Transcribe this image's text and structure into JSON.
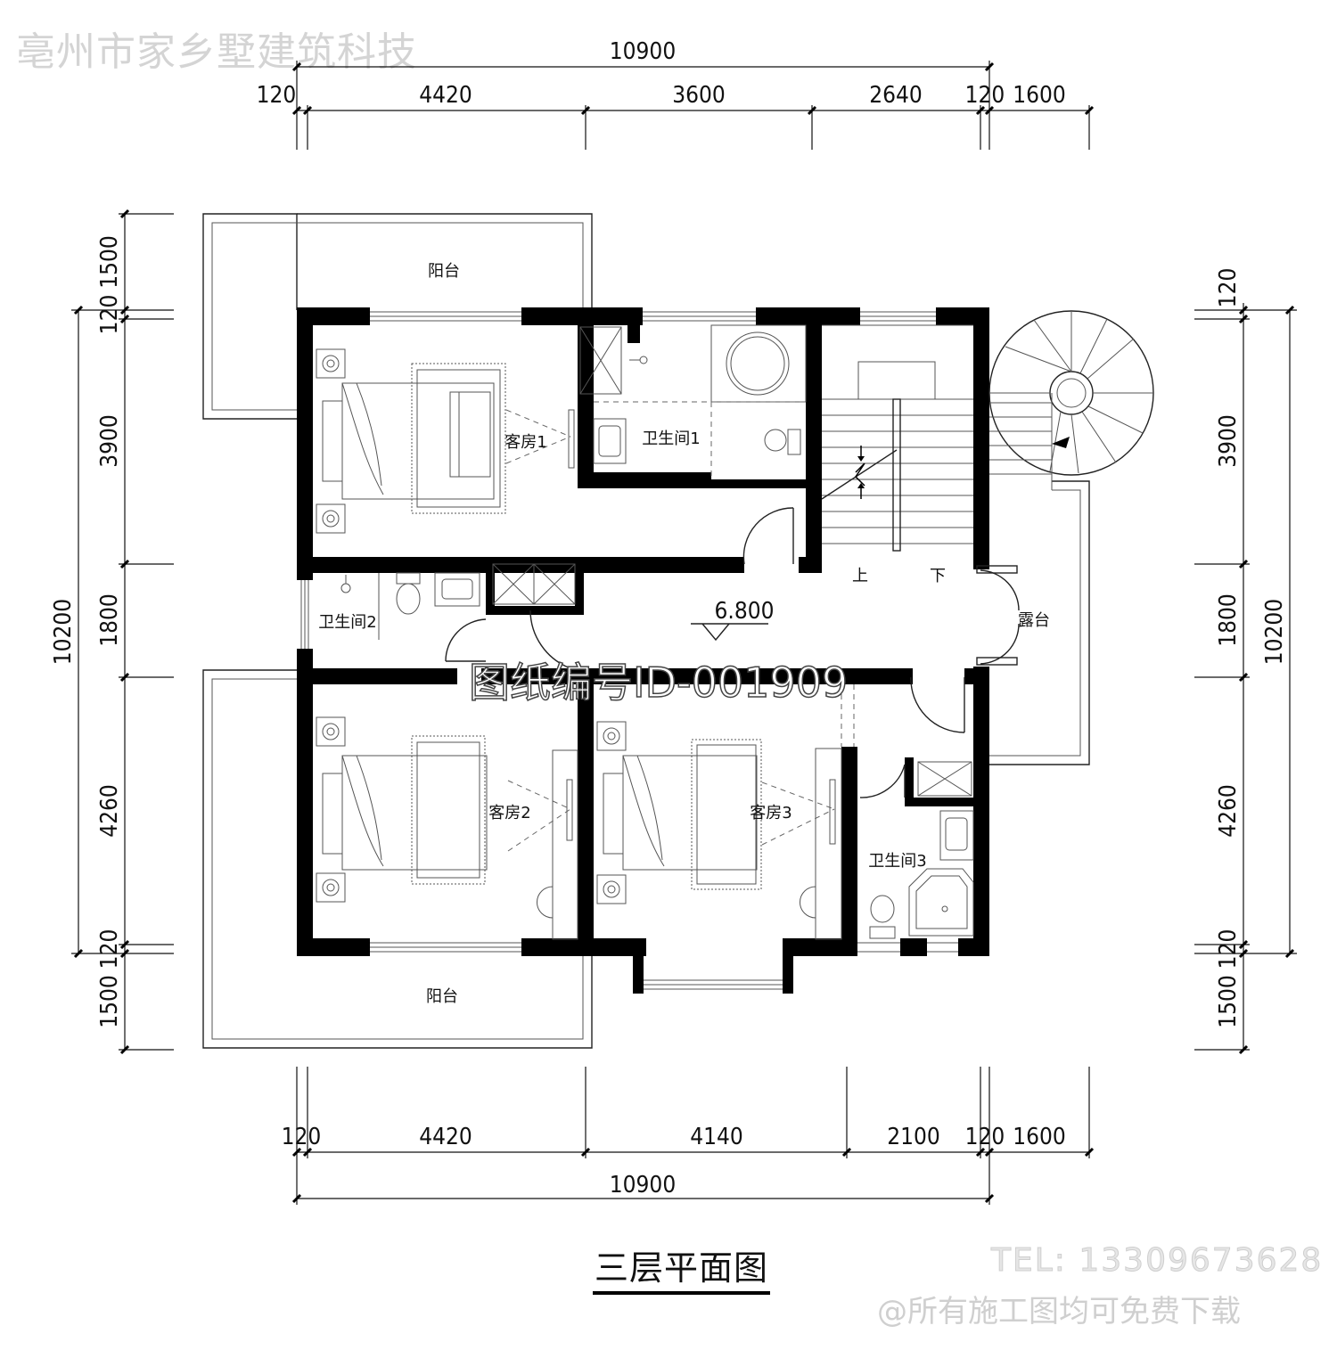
{
  "title": "三层平面图",
  "watermarks": {
    "company": "亳州市家乡墅建筑科技",
    "drawing_id": "图纸编号ID-001909",
    "tel": "TEL: 13309673628",
    "free_download": "@所有施工图均可免费下载"
  },
  "dimensions": {
    "top_total": "10900",
    "top": [
      "120",
      "4420",
      "3600",
      "2640",
      "120",
      "1600"
    ],
    "bottom": [
      "120",
      "4420",
      "4140",
      "2100",
      "120",
      "1600"
    ],
    "bottom_total": "10900",
    "left": [
      "1500",
      "120",
      "3900",
      "1800",
      "4260",
      "120",
      "1500"
    ],
    "left_total": "10200",
    "right": [
      "120",
      "3900",
      "1800",
      "4260",
      "120",
      "1500"
    ],
    "right_total": "10200"
  },
  "rooms": {
    "balcony_top": "阳台",
    "guest1": "客房1",
    "bath1": "卫生间1",
    "bath2": "卫生间2",
    "guest2": "客房2",
    "guest3": "客房3",
    "bath3": "卫生间3",
    "terrace": "露台",
    "balcony_bottom": "阳台",
    "stair_up": "上",
    "stair_down": "下"
  },
  "elevation": "6.800"
}
